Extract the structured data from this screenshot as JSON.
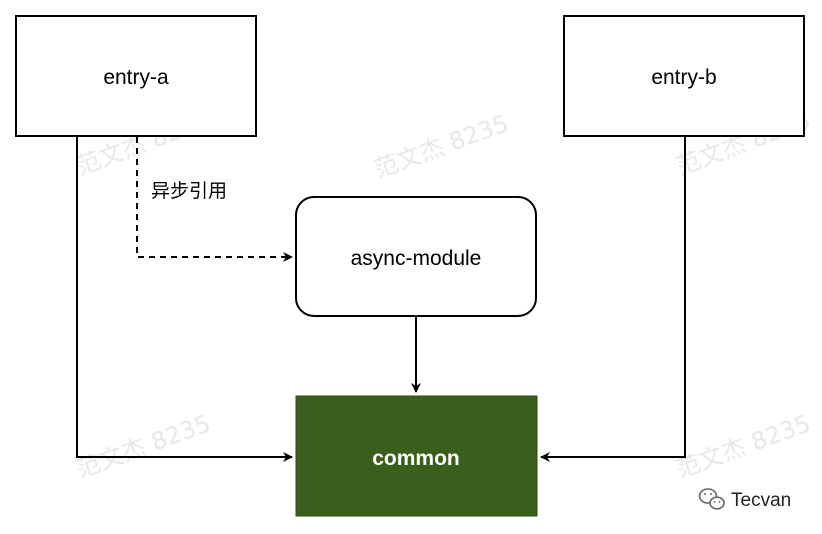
{
  "nodes": {
    "entry_a": {
      "label": "entry-a"
    },
    "entry_b": {
      "label": "entry-b"
    },
    "async_module": {
      "label": "async-module"
    },
    "common": {
      "label": "common",
      "fill": "#3a5e1c"
    }
  },
  "edges": {
    "async_ref_label": "异步引用"
  },
  "watermark": {
    "text": "范文杰 8235"
  },
  "brand": {
    "name": "Tecvan",
    "icon": "wechat-icon"
  },
  "colors": {
    "stroke": "#000000",
    "common_fill": "#3a5e1c",
    "watermark": "#e8e8e8"
  }
}
